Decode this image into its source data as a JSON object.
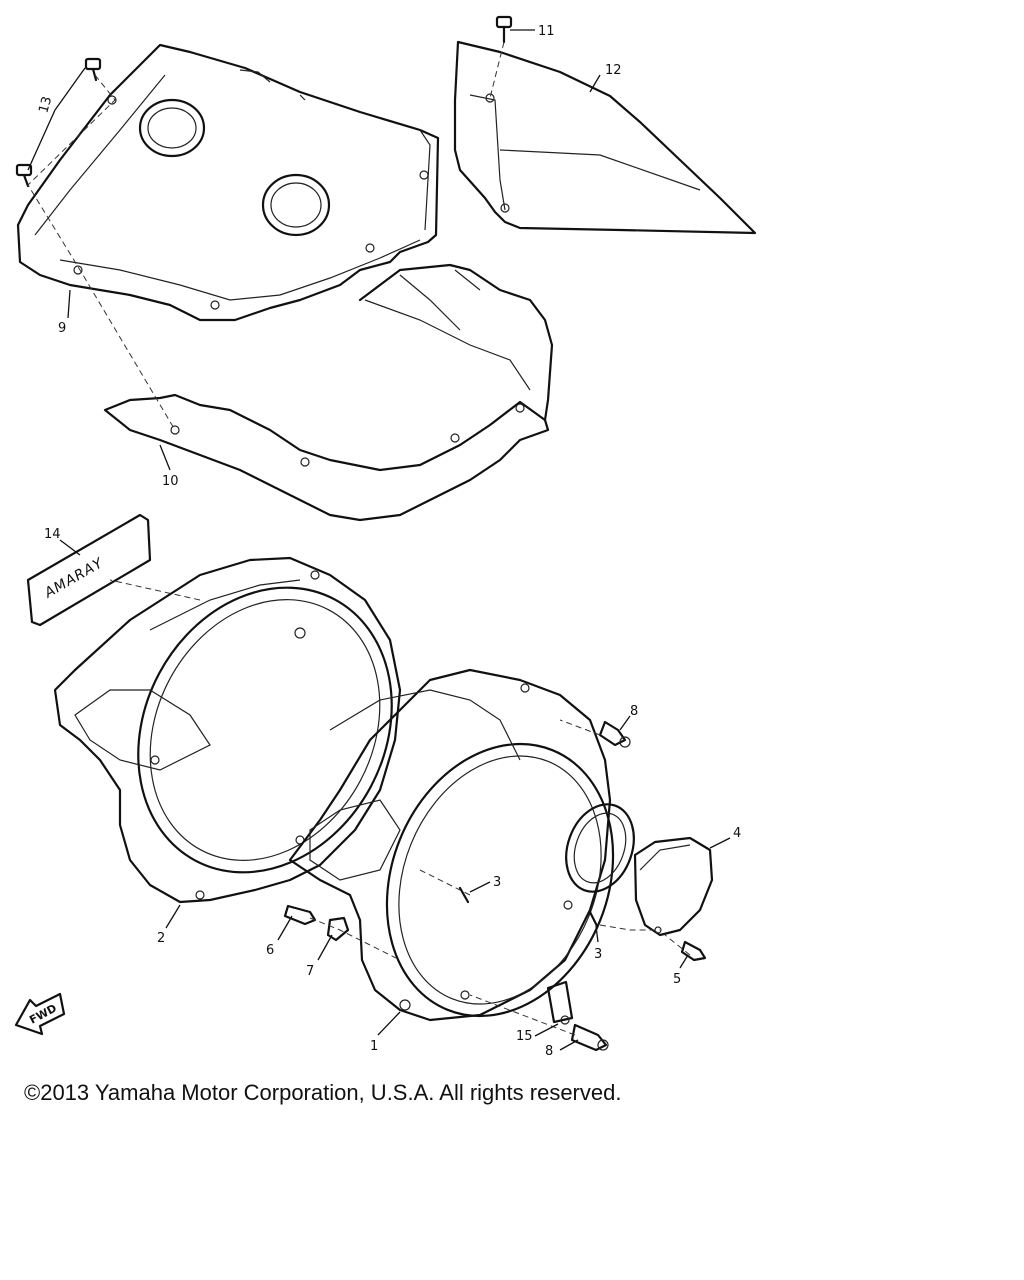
{
  "diagram": {
    "callouts": [
      {
        "id": "1",
        "label": "1"
      },
      {
        "id": "2",
        "label": "2"
      },
      {
        "id": "3a",
        "label": "3"
      },
      {
        "id": "3b",
        "label": "3"
      },
      {
        "id": "4",
        "label": "4"
      },
      {
        "id": "5",
        "label": "5"
      },
      {
        "id": "6",
        "label": "6"
      },
      {
        "id": "7",
        "label": "7"
      },
      {
        "id": "8a",
        "label": "8"
      },
      {
        "id": "8b",
        "label": "8"
      },
      {
        "id": "9",
        "label": "9"
      },
      {
        "id": "10",
        "label": "10"
      },
      {
        "id": "11",
        "label": "11"
      },
      {
        "id": "12",
        "label": "12"
      },
      {
        "id": "13",
        "label": "13"
      },
      {
        "id": "14",
        "label": "14"
      },
      {
        "id": "15",
        "label": "15"
      }
    ],
    "emblem_text": "AMARAY",
    "fwd_text": "FWD"
  },
  "footer": {
    "copyright": "©2013 Yamaha Motor Corporation, U.S.A. All rights reserved."
  }
}
